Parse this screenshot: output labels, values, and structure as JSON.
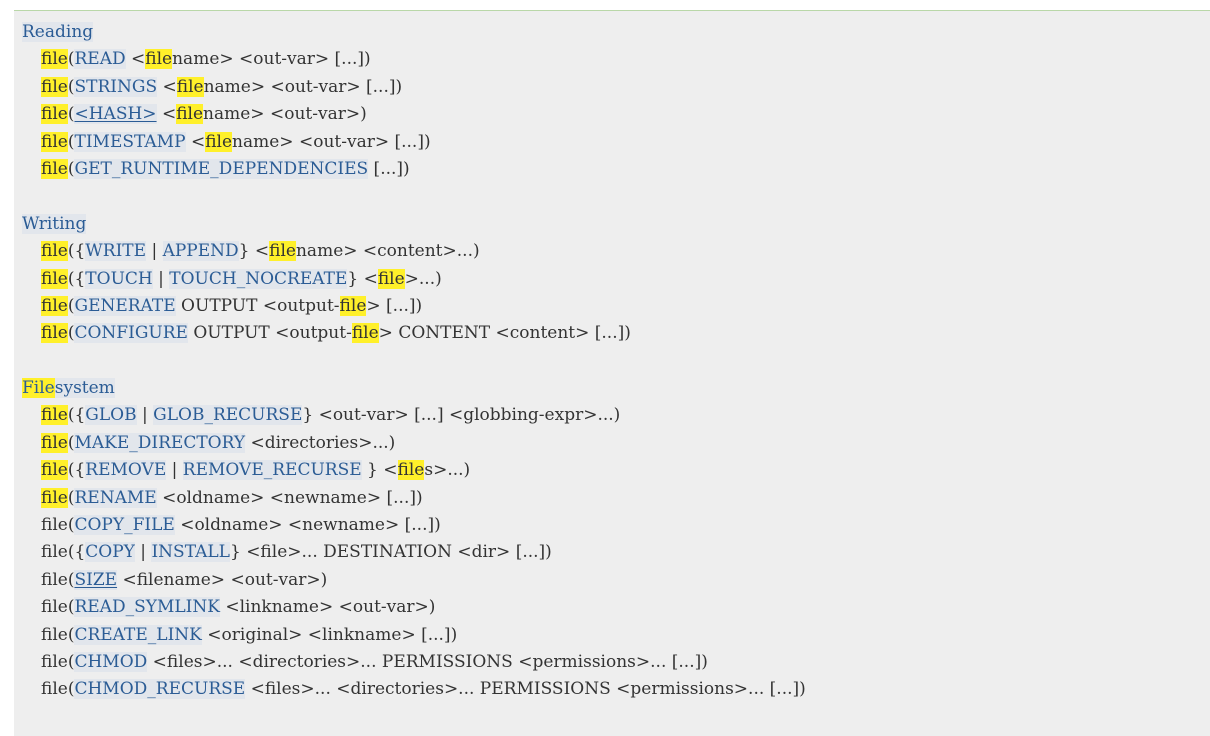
{
  "sections": [
    {
      "header": "Reading",
      "lines": [
        [
          {
            "t": "file",
            "s": "hl"
          },
          {
            "t": "(",
            "s": "txt"
          },
          {
            "t": "READ",
            "s": "kw"
          },
          {
            "t": " <",
            "s": "txt"
          },
          {
            "t": "file",
            "s": "hl"
          },
          {
            "t": "name> <out-var> [...])",
            "s": "txt"
          }
        ],
        [
          {
            "t": "file",
            "s": "hl"
          },
          {
            "t": "(",
            "s": "txt"
          },
          {
            "t": "STRINGS",
            "s": "kw"
          },
          {
            "t": " <",
            "s": "txt"
          },
          {
            "t": "file",
            "s": "hl"
          },
          {
            "t": "name> <out-var> [...])",
            "s": "txt"
          }
        ],
        [
          {
            "t": "file",
            "s": "hl"
          },
          {
            "t": "(",
            "s": "txt"
          },
          {
            "t": "<HASH>",
            "s": "kw u"
          },
          {
            "t": " <",
            "s": "txt"
          },
          {
            "t": "file",
            "s": "hl"
          },
          {
            "t": "name> <out-var>)",
            "s": "txt"
          }
        ],
        [
          {
            "t": "file",
            "s": "hl"
          },
          {
            "t": "(",
            "s": "txt"
          },
          {
            "t": "TIMESTAMP",
            "s": "kw"
          },
          {
            "t": " <",
            "s": "txt"
          },
          {
            "t": "file",
            "s": "hl"
          },
          {
            "t": "name> <out-var> [...])",
            "s": "txt"
          }
        ],
        [
          {
            "t": "file",
            "s": "hl"
          },
          {
            "t": "(",
            "s": "txt"
          },
          {
            "t": "GET_RUNTIME_DEPENDENCIES",
            "s": "kw"
          },
          {
            "t": " [...])",
            "s": "txt"
          }
        ]
      ]
    },
    {
      "header": "Writing",
      "lines": [
        [
          {
            "t": "file",
            "s": "hl"
          },
          {
            "t": "({",
            "s": "txt"
          },
          {
            "t": "WRITE",
            "s": "kw"
          },
          {
            "t": " | ",
            "s": "txt"
          },
          {
            "t": "APPEND",
            "s": "kw"
          },
          {
            "t": "} <",
            "s": "txt"
          },
          {
            "t": "file",
            "s": "hl"
          },
          {
            "t": "name> <content>...)",
            "s": "txt"
          }
        ],
        [
          {
            "t": "file",
            "s": "hl"
          },
          {
            "t": "({",
            "s": "txt"
          },
          {
            "t": "TOUCH",
            "s": "kw"
          },
          {
            "t": " | ",
            "s": "txt"
          },
          {
            "t": "TOUCH_NOCREATE",
            "s": "kw"
          },
          {
            "t": "} <",
            "s": "txt"
          },
          {
            "t": "file",
            "s": "hl"
          },
          {
            "t": ">...)",
            "s": "txt"
          }
        ],
        [
          {
            "t": "file",
            "s": "hl"
          },
          {
            "t": "(",
            "s": "txt"
          },
          {
            "t": "GENERATE",
            "s": "kw"
          },
          {
            "t": " OUTPUT <output-",
            "s": "txt"
          },
          {
            "t": "file",
            "s": "hl"
          },
          {
            "t": "> [...])",
            "s": "txt"
          }
        ],
        [
          {
            "t": "file",
            "s": "hl"
          },
          {
            "t": "(",
            "s": "txt"
          },
          {
            "t": "CONFIGURE",
            "s": "kw"
          },
          {
            "t": " OUTPUT <output-",
            "s": "txt"
          },
          {
            "t": "file",
            "s": "hl"
          },
          {
            "t": "> CONTENT <content> [...])",
            "s": "txt"
          }
        ]
      ]
    },
    {
      "header_parts": [
        {
          "t": "File",
          "s": "hlk"
        },
        {
          "t": "system",
          "s": "kw"
        }
      ],
      "lines": [
        [
          {
            "t": "file",
            "s": "hl"
          },
          {
            "t": "({",
            "s": "txt"
          },
          {
            "t": "GLOB",
            "s": "kw"
          },
          {
            "t": " | ",
            "s": "txt"
          },
          {
            "t": "GLOB_RECURSE",
            "s": "kw"
          },
          {
            "t": "} <out-var> [...] <globbing-expr>...)",
            "s": "txt"
          }
        ],
        [
          {
            "t": "file",
            "s": "hl"
          },
          {
            "t": "(",
            "s": "txt"
          },
          {
            "t": "MAKE_DIRECTORY",
            "s": "kw"
          },
          {
            "t": " <directories>...)",
            "s": "txt"
          }
        ],
        [
          {
            "t": "file",
            "s": "hl"
          },
          {
            "t": "({",
            "s": "txt"
          },
          {
            "t": "REMOVE",
            "s": "kw"
          },
          {
            "t": " | ",
            "s": "txt"
          },
          {
            "t": "REMOVE_RECURSE",
            "s": "kw"
          },
          {
            "t": " } <",
            "s": "txt"
          },
          {
            "t": "file",
            "s": "hl"
          },
          {
            "t": "s>...)",
            "s": "txt"
          }
        ],
        [
          {
            "t": "file",
            "s": "hl"
          },
          {
            "t": "(",
            "s": "txt"
          },
          {
            "t": "RENAME",
            "s": "kw"
          },
          {
            "t": " <oldname> <newname> [...])",
            "s": "txt"
          }
        ],
        [
          {
            "t": "file(",
            "s": "txt"
          },
          {
            "t": "COPY_FILE",
            "s": "kw"
          },
          {
            "t": " <oldname> <newname> [...])",
            "s": "txt"
          }
        ],
        [
          {
            "t": "file({",
            "s": "txt"
          },
          {
            "t": "COPY",
            "s": "kw"
          },
          {
            "t": " | ",
            "s": "txt"
          },
          {
            "t": "INSTALL",
            "s": "kw"
          },
          {
            "t": "} <file>... DESTINATION <dir> [...])",
            "s": "txt"
          }
        ],
        [
          {
            "t": "file(",
            "s": "txt"
          },
          {
            "t": "SIZE",
            "s": "kw u"
          },
          {
            "t": " <filename> <out-var>)",
            "s": "txt"
          }
        ],
        [
          {
            "t": "file(",
            "s": "txt"
          },
          {
            "t": "READ_SYMLINK",
            "s": "kw"
          },
          {
            "t": " <linkname> <out-var>)",
            "s": "txt"
          }
        ],
        [
          {
            "t": "file(",
            "s": "txt"
          },
          {
            "t": "CREATE_LINK",
            "s": "kw"
          },
          {
            "t": " <original> <linkname> [...])",
            "s": "txt"
          }
        ],
        [
          {
            "t": "file(",
            "s": "txt"
          },
          {
            "t": "CHMOD",
            "s": "kw"
          },
          {
            "t": " <files>... <directories>... PERMISSIONS <permissions>... [...])",
            "s": "txt"
          }
        ],
        [
          {
            "t": "file(",
            "s": "txt"
          },
          {
            "t": "CHMOD_RECURSE",
            "s": "kw"
          },
          {
            "t": " <files>... <directories>... PERMISSIONS <permissions>... [...])",
            "s": "txt"
          }
        ]
      ]
    }
  ]
}
